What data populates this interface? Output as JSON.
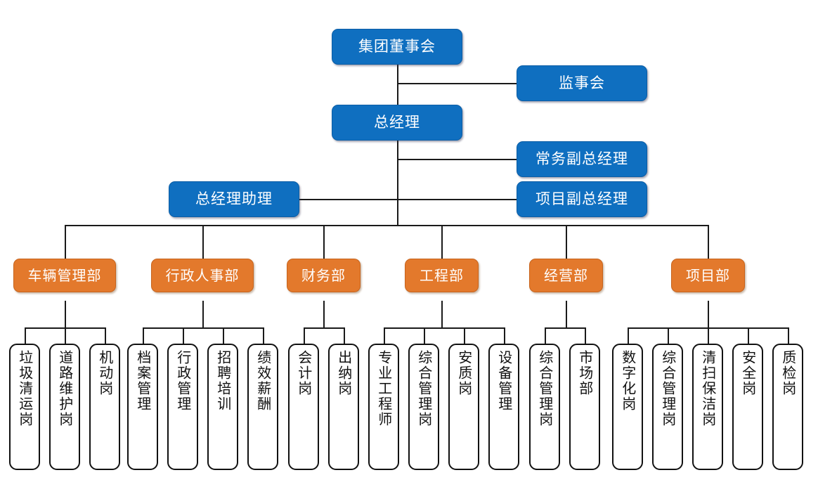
{
  "meta": {
    "title": "集团组织架构图",
    "colors": {
      "executive_blue": "#0F6FC0",
      "department_orange": "#E3792C",
      "line_black": "#1a1a1a",
      "leaf_background": "#FFFFFF",
      "leaf_border": "#111111",
      "canvas": "#FFFFFF"
    }
  },
  "executive": {
    "board": {
      "label": "集团董事会"
    },
    "supervisory": {
      "label": "监事会"
    },
    "general_manager": {
      "label": "总经理"
    },
    "executive_vice_gm": {
      "label": "常务副总经理"
    },
    "project_vice_gm": {
      "label": "项目副总经理"
    },
    "gm_assistant": {
      "label": "总经理助理"
    }
  },
  "departments": [
    {
      "id": "vehicle",
      "label": "车辆管理部",
      "positions": [
        {
          "label": "垃圾清运岗"
        },
        {
          "label": "道路维护岗"
        },
        {
          "label": "机动岗"
        }
      ]
    },
    {
      "id": "admin-hr",
      "label": "行政人事部",
      "positions": [
        {
          "label": "档案管理"
        },
        {
          "label": "行政管理"
        },
        {
          "label": "招聘培训"
        },
        {
          "label": "绩效薪酬"
        }
      ]
    },
    {
      "id": "finance",
      "label": "财务部",
      "positions": [
        {
          "label": "会计岗"
        },
        {
          "label": "出纳岗"
        }
      ]
    },
    {
      "id": "engineering",
      "label": "工程部",
      "positions": [
        {
          "label": "专业工程师"
        },
        {
          "label": "综合管理岗"
        },
        {
          "label": "安质岗"
        },
        {
          "label": "设备管理"
        }
      ]
    },
    {
      "id": "operations",
      "label": "经营部",
      "positions": [
        {
          "label": "综合管理岗"
        },
        {
          "label": "市场部"
        }
      ]
    },
    {
      "id": "project",
      "label": "项目部",
      "positions": [
        {
          "label": "数字化岗"
        },
        {
          "label": "综合管理岗"
        },
        {
          "label": "清扫保洁岗"
        },
        {
          "label": "安全岗"
        },
        {
          "label": "质检岗"
        }
      ]
    }
  ]
}
